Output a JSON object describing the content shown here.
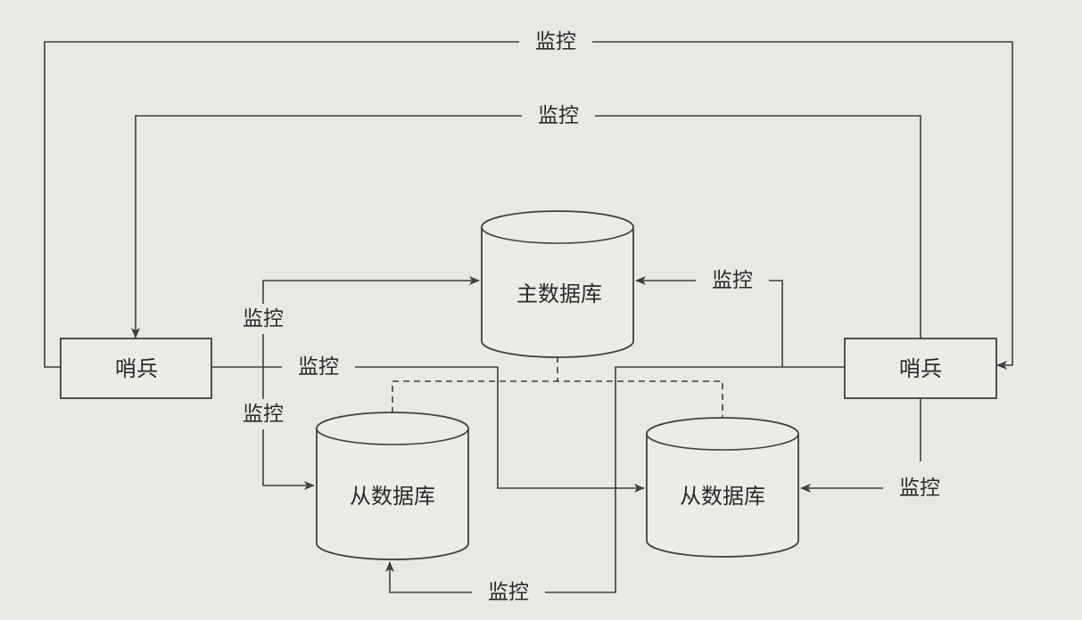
{
  "colors": {
    "background": "#e8e8e5",
    "line": "#3f3f3f",
    "shape_fill": "#ebebe8"
  },
  "nodes": {
    "master_db": "主数据库",
    "slave_db_left": "从数据库",
    "slave_db_right": "从数据库",
    "sentinel_left": "哨兵",
    "sentinel_right": "哨兵"
  },
  "edges": {
    "sentinel_left_to_sentinel_right": "监控",
    "sentinel_right_to_sentinel_left": "监控",
    "sentinel_left_to_master": "监控",
    "sentinel_left_to_slave_left": "监控",
    "sentinel_left_to_slave_right": "监控",
    "sentinel_right_to_master": "监控",
    "sentinel_right_to_slave_left": "监控",
    "sentinel_right_to_slave_right": "监控"
  }
}
